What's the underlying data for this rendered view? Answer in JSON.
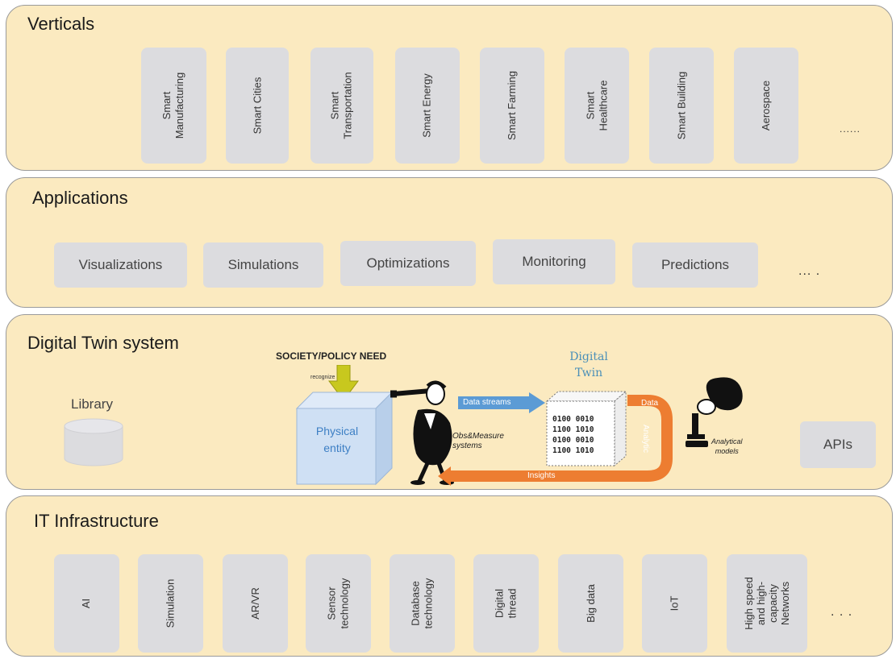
{
  "verticals": {
    "title": "Verticals",
    "items": [
      "Smart\nManufacturing",
      "Smart Cities",
      "Smart\nTransportation",
      "Smart Energy",
      "Smart Farming",
      "Smart\nHealthcare",
      "Smart Building",
      "Aerospace"
    ],
    "more": "......"
  },
  "applications": {
    "title": "Applications",
    "items": [
      "Visualizations",
      "Simulations",
      "Optimizations",
      "Monitoring",
      "Predictions"
    ],
    "more": "... ."
  },
  "digital_twin": {
    "title": "Digital Twin system",
    "library": "Library",
    "society_need": "SOCIETY/POLICY NEED",
    "recognize": "recognize",
    "physical_entity": "Physical\nentity",
    "data_streams": "Data streams",
    "obs_measure": "Obs&Measure\nsystems",
    "twin_title": "Digital\nTwin",
    "binary_lines": [
      "0100 0010",
      "1100 1010",
      "0100 0010",
      "1100 1010"
    ],
    "data_label": "Data",
    "analytic_label": "Analytic",
    "analytical_models": "Analytical\nmodels",
    "insights": "Insights",
    "apis": "APIs"
  },
  "it_infrastructure": {
    "title": "IT Infrastructure",
    "items": [
      "AI",
      "Simulation",
      "AR/VR",
      "Sensor\ntechnology",
      "Database\ntechnology",
      "Digital\nthread",
      "Big data",
      "IoT",
      "High speed\nand high-\ncapacity\nNetworks"
    ],
    "more": ". . ."
  },
  "colors": {
    "layer_fill": "#fbeac0",
    "box_fill": "#dcdcdf",
    "cube_blue": "#cfe0f4",
    "arrow_blue": "#5b9bd5",
    "arrow_orange": "#ed7d31",
    "recognize_arrow": "#c8c81e"
  }
}
